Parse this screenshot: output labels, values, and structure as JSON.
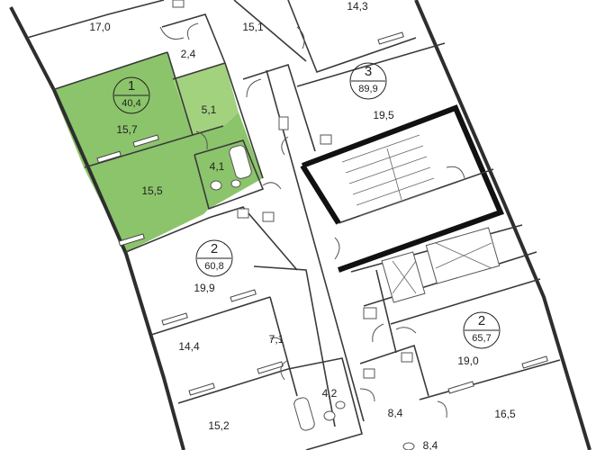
{
  "colors": {
    "highlight": "#8cc46b",
    "highlight_inner": "#a3d27f",
    "wall": "#2e2e2e",
    "background": "#ffffff"
  },
  "apartments": [
    {
      "id": "apt-1",
      "number": "1",
      "area": "40,4",
      "highlighted": true
    },
    {
      "id": "apt-2-left",
      "number": "2",
      "area": "60,8",
      "highlighted": false
    },
    {
      "id": "apt-3",
      "number": "3",
      "area": "89,9",
      "highlighted": false
    },
    {
      "id": "apt-2-right",
      "number": "2",
      "area": "65,7",
      "highlighted": false
    }
  ],
  "rooms": {
    "r170": "17,0",
    "r24": "2,4",
    "r151": "15,1",
    "r143": "14,3",
    "r157": "15,7",
    "r51": "5,1",
    "r41": "4,1",
    "r155": "15,5",
    "r195": "19,5",
    "r199": "19,9",
    "r144": "14,4",
    "r71": "7,1",
    "r42": "4,2",
    "r152": "15,2",
    "r84": "8,4",
    "r190": "19,0",
    "r165": "16,5",
    "r84b": "8,4"
  }
}
